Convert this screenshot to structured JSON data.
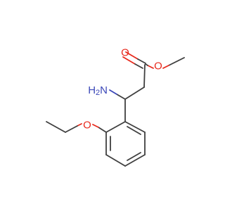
{
  "structure": {
    "labels": {
      "carbonyl_oxygen": "O",
      "ester_oxygen": "O",
      "ether_oxygen": "O",
      "amine": "H2N"
    },
    "colors": {
      "bond": "#3f3f3f",
      "oxygen": "#e8291c",
      "nitrogen": "#3b47b8"
    }
  }
}
